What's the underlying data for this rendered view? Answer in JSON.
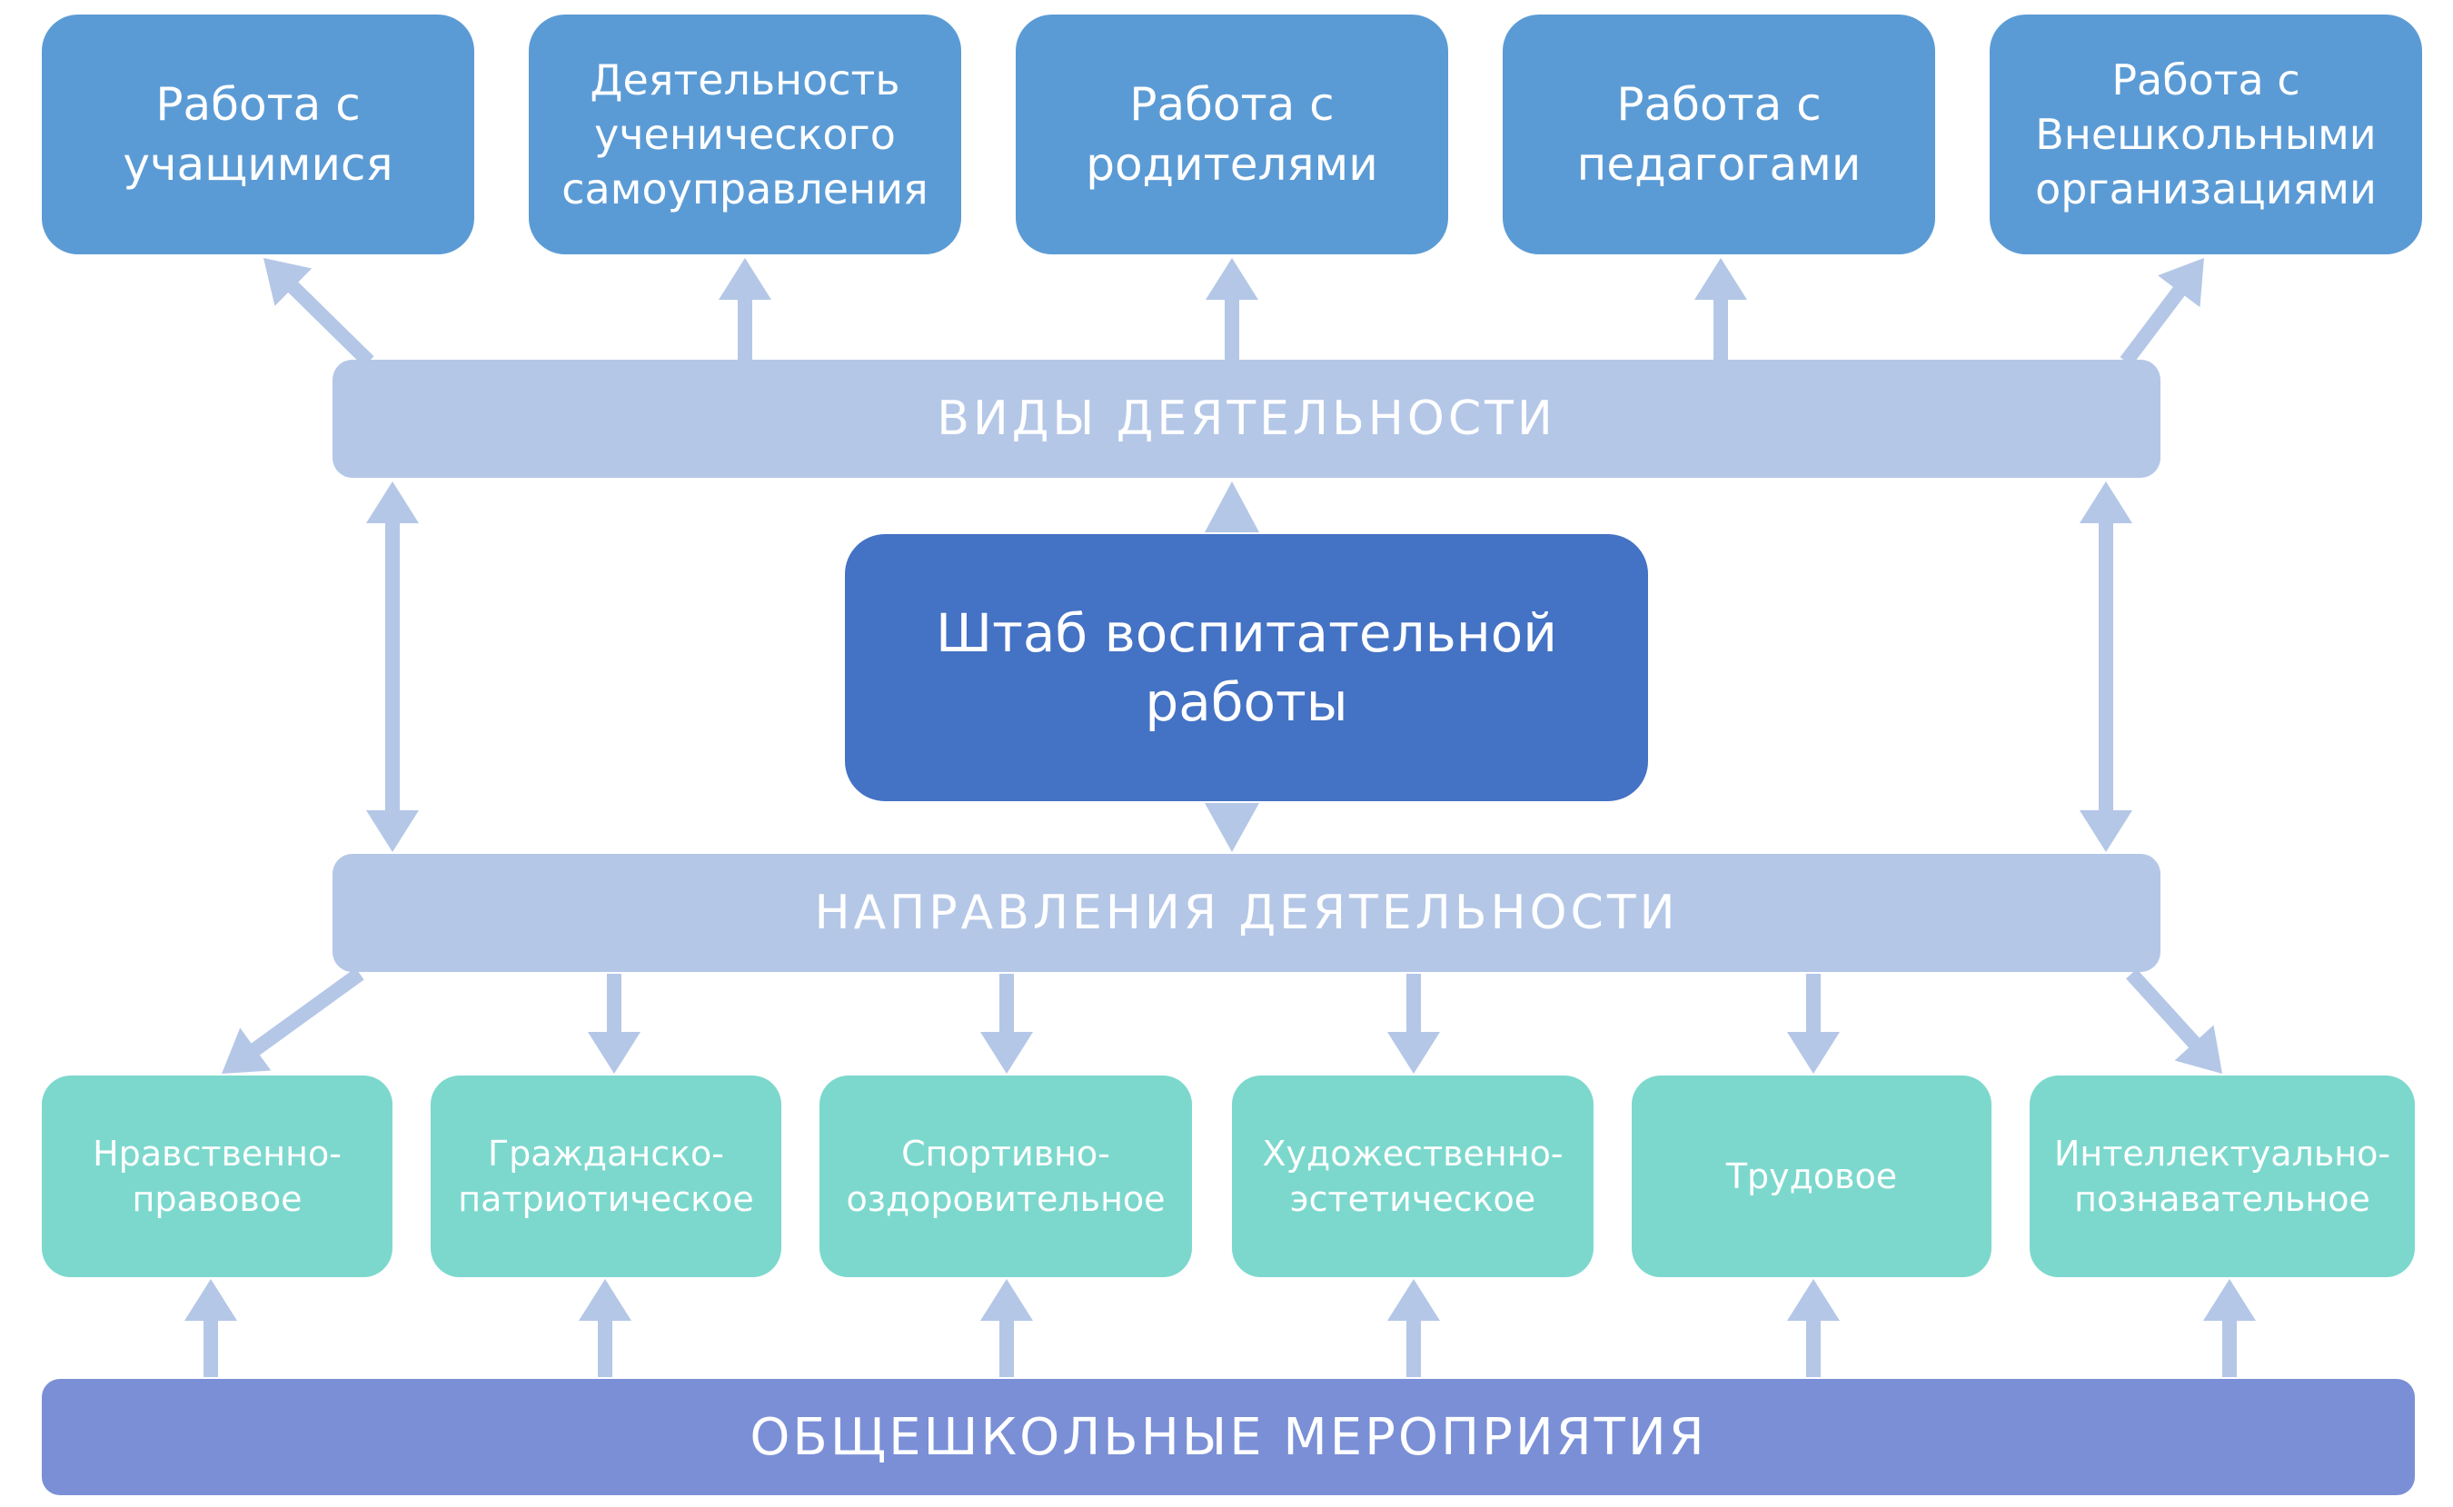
{
  "activity_types": {
    "title": "ВИДЫ ДЕЯТЕЛЬНОСТИ",
    "items": [
      "Работа с\nучащимися",
      "Деятельность\nученического\nсамоуправления",
      "Работа с\nродителями",
      "Работа с\nпедагогами",
      "Работа с\nВнешкольными\nорганизациями"
    ]
  },
  "headquarters": {
    "title": "Штаб воспитательной\nработы"
  },
  "directions": {
    "title": "НАПРАВЛЕНИЯ ДЕЯТЕЛЬНОСТИ",
    "items": [
      "Нравственно-\nправовое",
      "Гражданско-\nпатриотическое",
      "Спортивно-\nоздоровительное",
      "Художественно-\nэстетическое",
      "Трудовое",
      "Интеллектуально-\nпознавательное"
    ]
  },
  "school_events": {
    "title": "ОБЩЕШКОЛЬНЫЕ МЕРОПРИЯТИЯ"
  },
  "colors": {
    "top_boxes": "#5b9bd5",
    "bands": "#b4c7e7",
    "headquarters": "#4472c4",
    "direction_boxes": "#7cd8cd",
    "events_bar": "#7a8fd6",
    "arrows": "#b4c7e7"
  }
}
